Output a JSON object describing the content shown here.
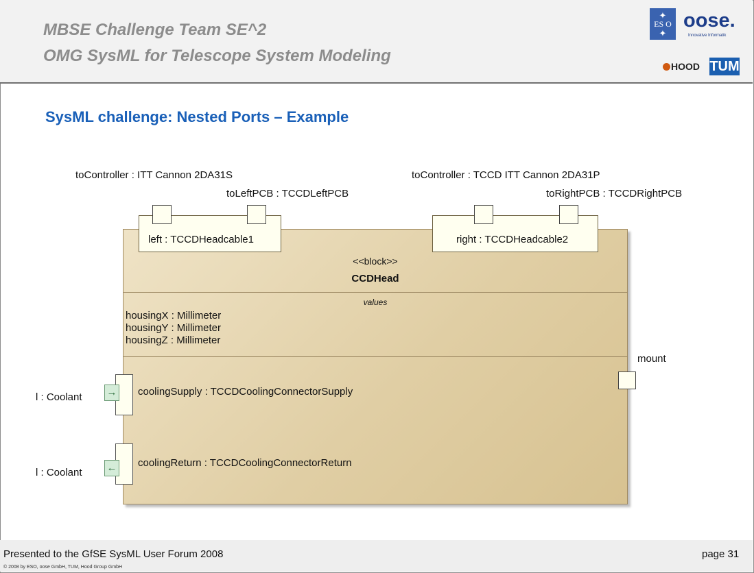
{
  "header": {
    "line1": "MBSE Challenge Team SE^2",
    "line2": "OMG SysML for Telescope System Modeling",
    "logos": {
      "eso": "ES O",
      "oose": "oose.",
      "oose_tagline": "Innovative Informatik",
      "hood": "HOOD",
      "tum": "TUM"
    }
  },
  "slide": {
    "title": "SysML challenge: Nested Ports – Example"
  },
  "diagram": {
    "block": {
      "stereotype": "<<block>>",
      "name": "CCDHead",
      "values_header": "values",
      "values": [
        "housingX : Millimeter",
        "housingY : Millimeter",
        "housingZ : Millimeter"
      ]
    },
    "left_part": {
      "name": "left : TCCDHeadcable1",
      "port_outer_label": "toController : ITT Cannon 2DA31S",
      "port_inner_label": "toLeftPCB : TCCDLeftPCB"
    },
    "right_part": {
      "name": "right : TCCDHeadcable2",
      "port_outer_label": "toController : TCCD ITT Cannon 2DA31P",
      "port_inner_label": "toRightPCB : TCCDRightPCB"
    },
    "mount_port": "mount",
    "cooling_supply": {
      "label": "coolingSupply : TCCDCoolingConnectorSupply",
      "flow_label": "l : Coolant",
      "direction": "in"
    },
    "cooling_return": {
      "label": "coolingReturn : TCCDCoolingConnectorReturn",
      "flow_label": "l : Coolant",
      "direction": "out"
    }
  },
  "footer": {
    "presented": "Presented to the GfSE SysML User Forum 2008",
    "copyright": "© 2008 by ESO, oose GmbH, TUM, Hood Group GmbH",
    "page": "page 31"
  },
  "colors": {
    "title": "#1a60b8",
    "header_text": "#8c8c8c",
    "block_fill": "#e0cea4",
    "flow_port": "#d4ecd8"
  }
}
